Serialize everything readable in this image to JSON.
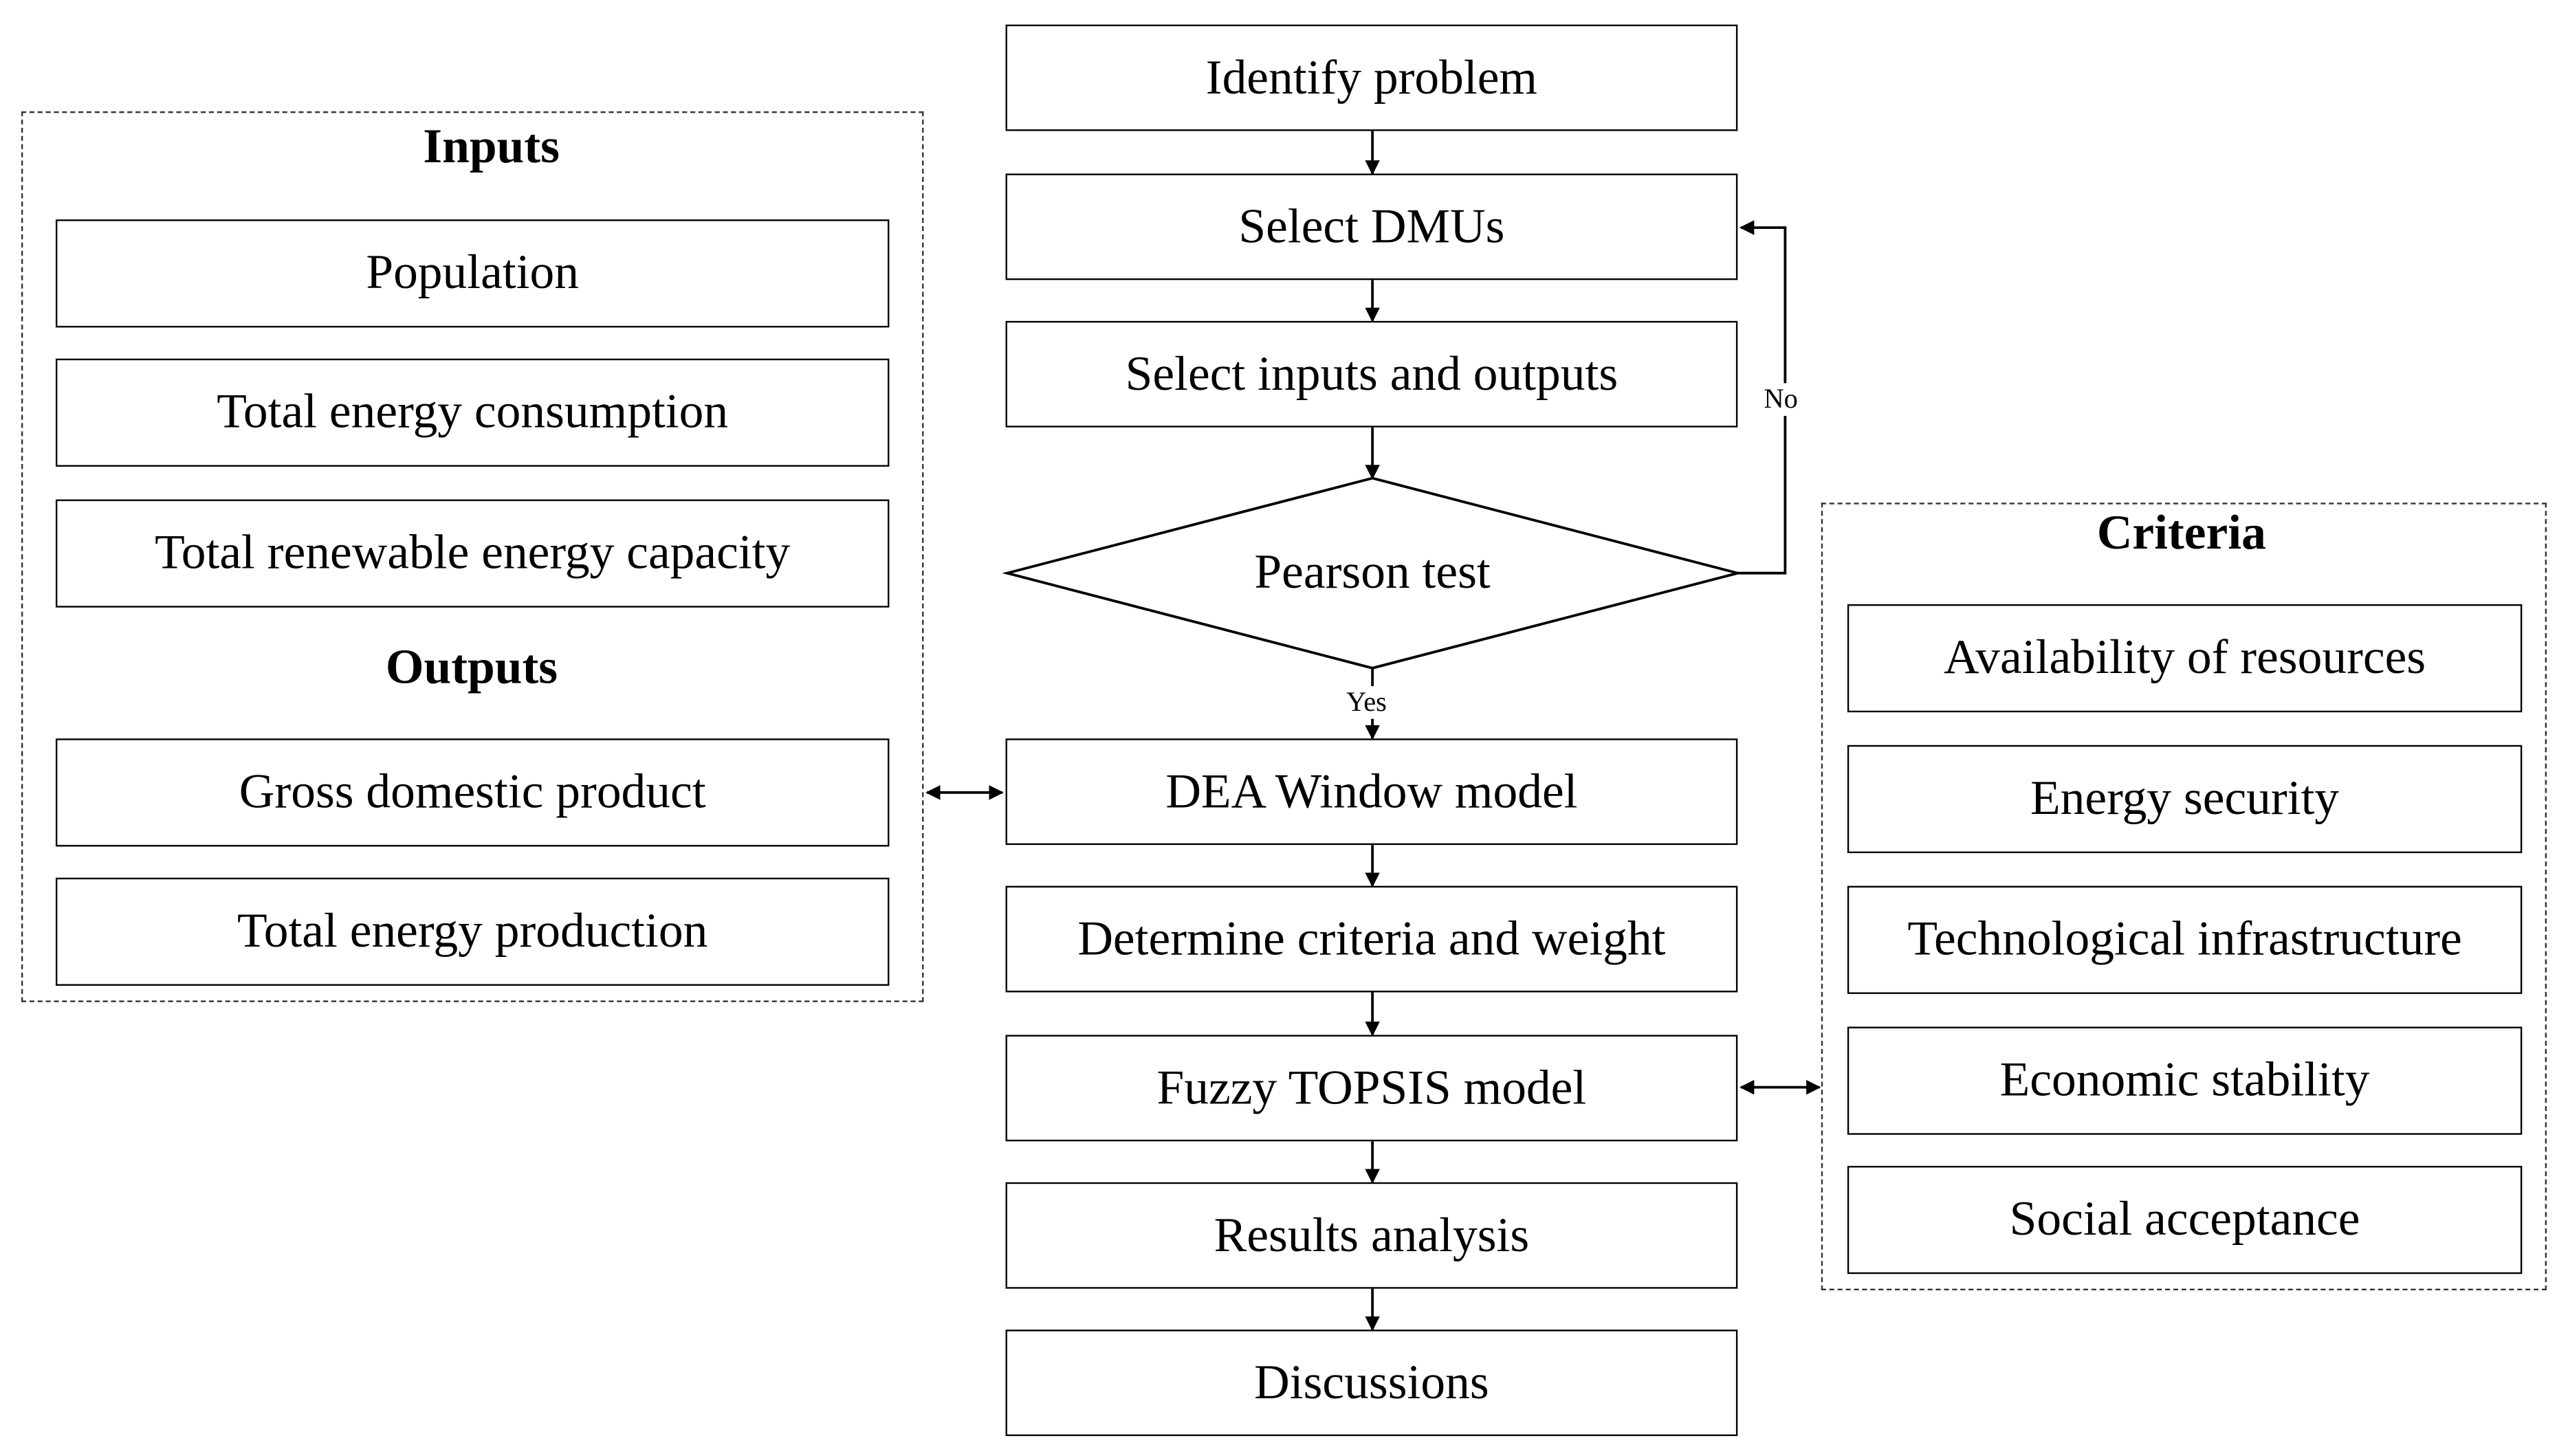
{
  "flow": {
    "identify": "Identify problem",
    "select_dmus": "Select DMUs",
    "select_io": "Select inputs and outputs",
    "pearson": "Pearson test",
    "dea": "DEA Window model",
    "criteria_weight": "Determine criteria and weight",
    "fuzzy": "Fuzzy TOPSIS model",
    "results": "Results analysis",
    "discussions": "Discussions",
    "label_no": "No",
    "label_yes": "Yes"
  },
  "left_panel": {
    "inputs_heading": "Inputs",
    "inputs": [
      "Population",
      "Total energy consumption",
      "Total renewable energy capacity"
    ],
    "outputs_heading": "Outputs",
    "outputs": [
      "Gross domestic product",
      "Total energy production"
    ]
  },
  "right_panel": {
    "heading": "Criteria",
    "items": [
      "Availability of resources",
      "Energy security",
      "Technological infrastructure",
      "Economic stability",
      "Social acceptance"
    ]
  }
}
